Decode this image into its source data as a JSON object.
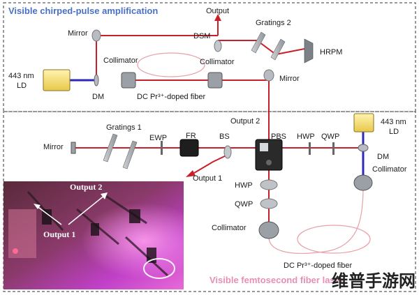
{
  "title_top": "Visible chirped-pulse amplification",
  "title_bottom": "Visible femtosecond fiber laser",
  "watermark": "维普手游网",
  "colors": {
    "beam": "#c8202a",
    "pump": "#2b2bb8",
    "fiber": "#e8a0a8",
    "top_title": "#4a6fc6",
    "bottom_title": "#e58fb3"
  },
  "labels": {
    "output": "Output",
    "gratings2": "Gratings 2",
    "mirror_tl": "Mirror",
    "dsm": "DSM",
    "hrpm": "HRPM",
    "collimator_a": "Collimator",
    "collimator_b": "Collimator",
    "ld_top_1": "443 nm",
    "ld_top_2": "LD",
    "dm_top": "DM",
    "fiber_top": "DC Pr³⁺-doped fiber",
    "mirror_right": "Mirror",
    "output2": "Output 2",
    "gratings1": "Gratings 1",
    "mirror_left": "Mirror",
    "ewp": "EWP",
    "fr": "FR",
    "bs": "BS",
    "pbs": "PBS",
    "hwp_r": "HWP",
    "qwp_r": "QWP",
    "ld_right_1": "443 nm",
    "ld_right_2": "LD",
    "dm_right": "DM",
    "collimator_right": "Collimator",
    "output1": "Output 1",
    "hwp_c": "HWP",
    "qwp_c": "QWP",
    "collimator_c": "Collimator",
    "fiber_bottom": "DC Pr³⁺-doped fiber",
    "photo_output1": "Output 1",
    "photo_output2": "Output 2"
  }
}
